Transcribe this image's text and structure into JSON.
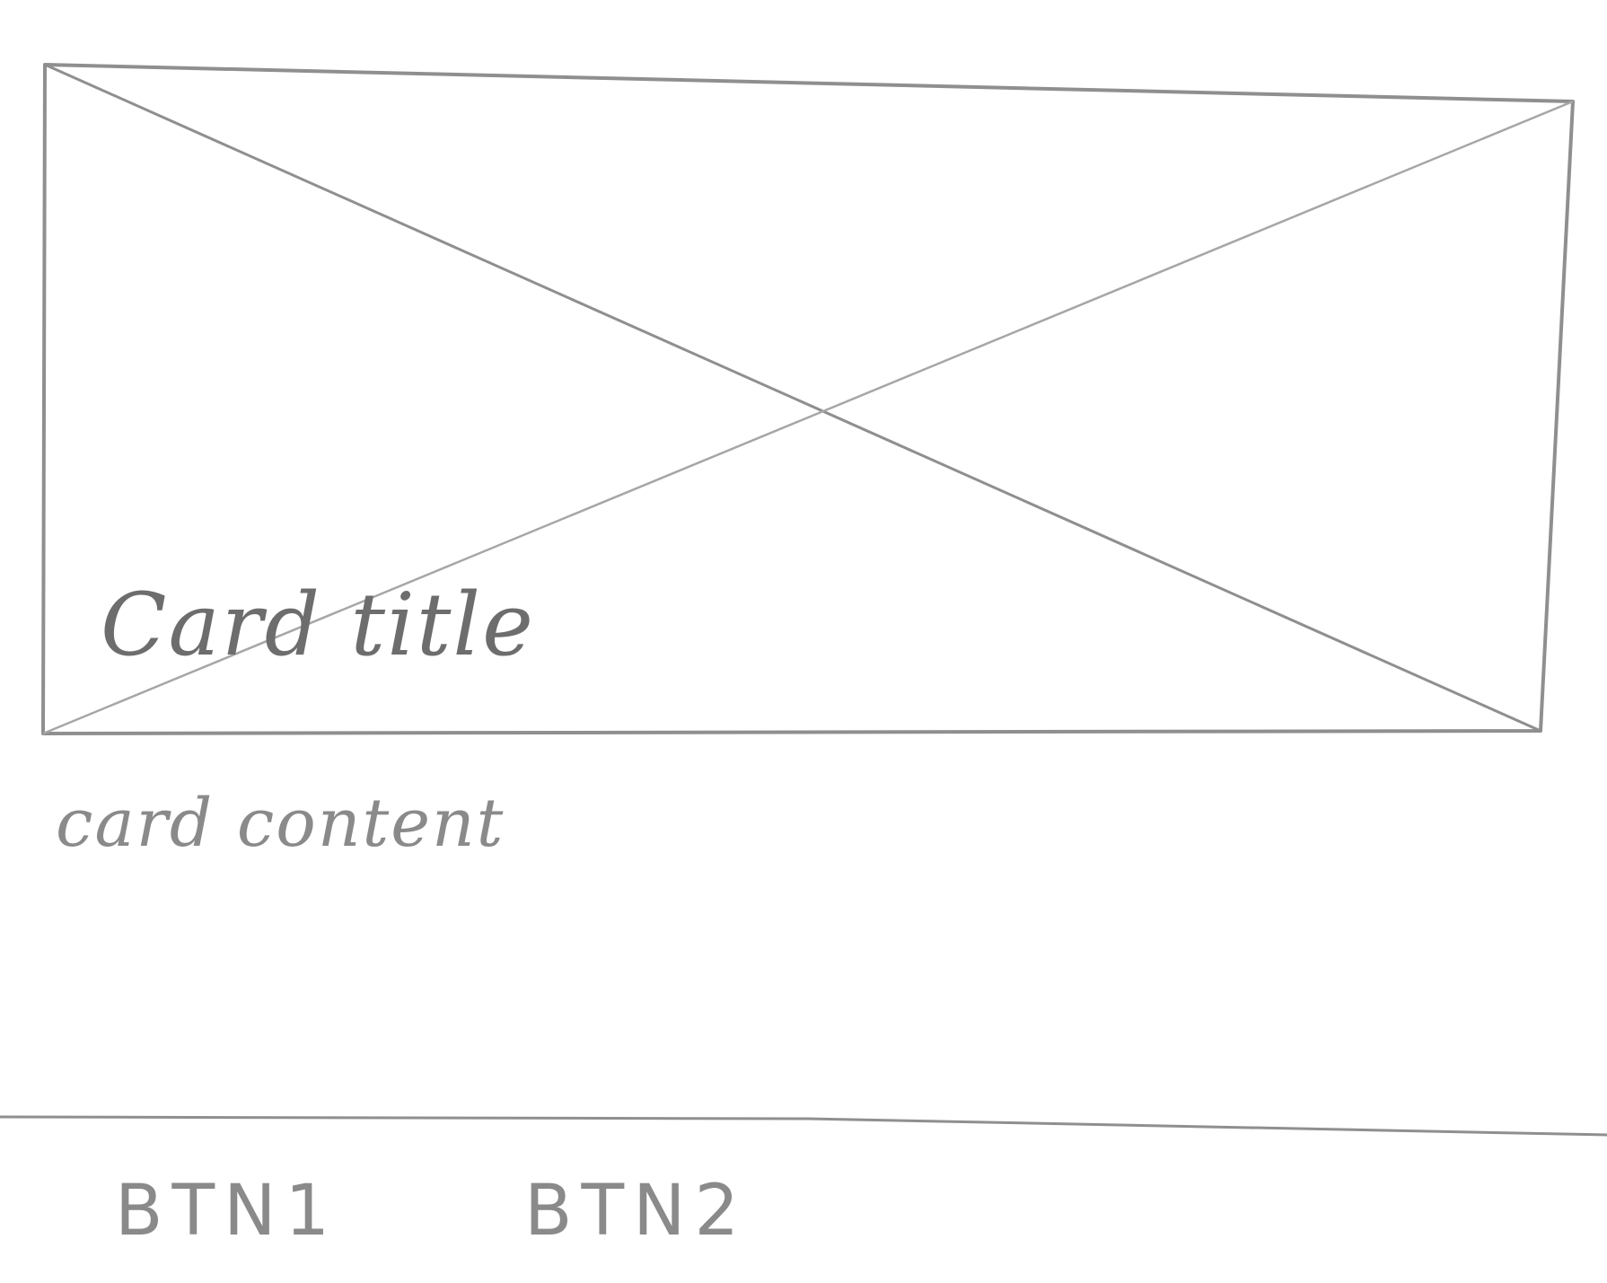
{
  "card": {
    "title": "Card title",
    "content": "card content"
  },
  "actions": {
    "button_1_label": "BTN1",
    "button_2_label": "BTN2"
  },
  "colors": {
    "pencil_line": "#8f8f8f",
    "pencil_text": "#7a7a7a",
    "paper": "#ffffff"
  }
}
